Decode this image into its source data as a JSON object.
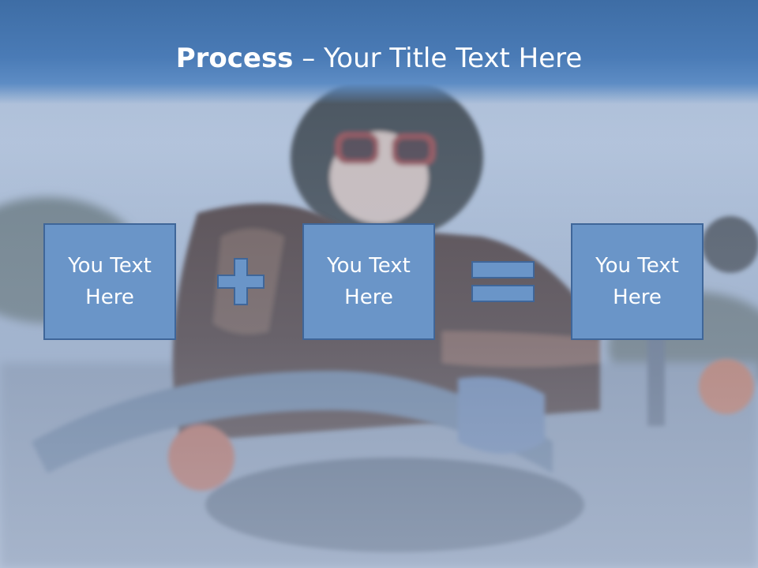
{
  "title": {
    "bold": "Process",
    "rest": " – Your Title Text Here"
  },
  "boxes": [
    {
      "line1": "You Text",
      "line2": "Here"
    },
    {
      "line1": "You Text",
      "line2": "Here"
    },
    {
      "line1": "You Text",
      "line2": "Here"
    }
  ],
  "operators": [
    "plus-icon",
    "equals-icon"
  ],
  "colors": {
    "title_band": "#4a7bb6",
    "box_fill": "#6a95c8",
    "box_border": "#3f6699"
  }
}
